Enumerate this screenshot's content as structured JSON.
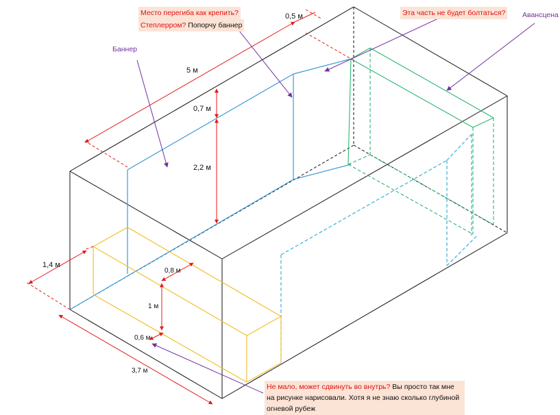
{
  "colors": {
    "box": "#111111",
    "banner": "#3b9bd5",
    "proscenium": "#2bb673",
    "cube": "#f2c12e",
    "dimension": "#e41a1a",
    "arrow": "#7030a0",
    "note_bg": "#fbe3d6"
  },
  "labels": {
    "banner": "Баннер",
    "proscenium": "Авансцена"
  },
  "notes": {
    "bend": {
      "q1": "Место перегиба как крепить?",
      "q2": "Степлерром?",
      "answer": "Попорчу баннер"
    },
    "loose": "Эта часть не будет болтаться?",
    "depth": {
      "question": "Не мало, может сдвинуть во внутрь?",
      "answer": "Вы просто так мне на рисунке нарисовали. Хотя я не знаю сколько глубиной огневой рубеж"
    }
  },
  "dimensions": {
    "length": "5 м",
    "top_offset": "0,5 м",
    "upper_banner": "0,7 м",
    "banner_height": "2,2 м",
    "width": "1,4 м",
    "cube_depth": "0,8 м",
    "cube_height": "1 м",
    "cube_gap": "0,6 м",
    "front_width": "3,7 м"
  }
}
